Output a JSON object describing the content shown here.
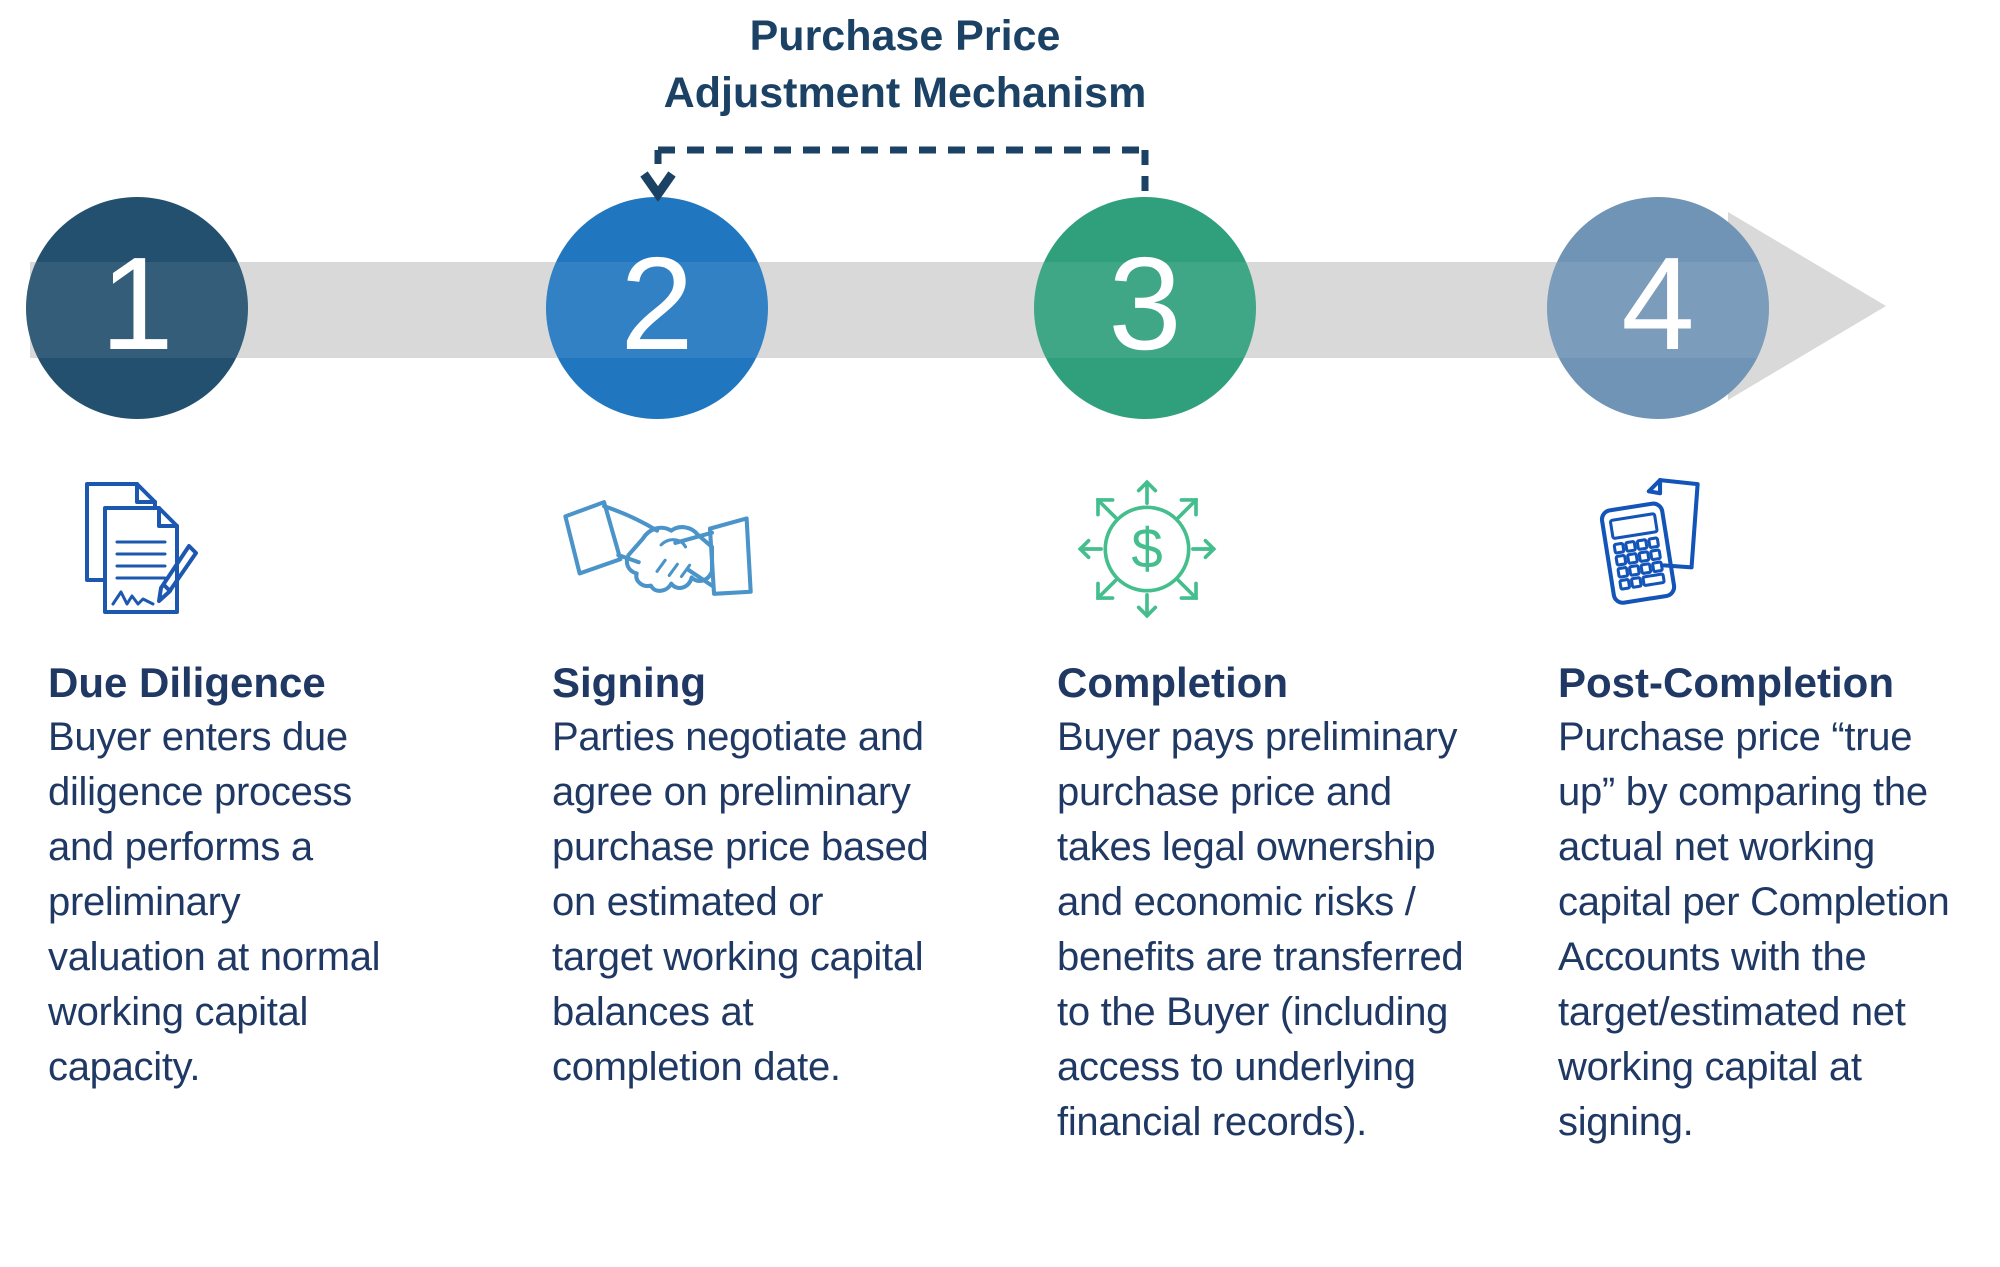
{
  "title": {
    "line1": "Purchase Price",
    "line2": "Adjustment Mechanism"
  },
  "timeline": {
    "bar_color": "#D9D9D9",
    "connector_color": "#1B4265",
    "text_color": "#1F3864",
    "direction": "left-to-right-arrow"
  },
  "steps": [
    {
      "number": "1",
      "label": "Due Diligence",
      "description": "Buyer enters due diligence process and performs a preliminary valuation at normal working capital capacity.",
      "circle_color": "#22506E",
      "icon": "signed-documents-pen-icon",
      "icon_color": "#1D58B0"
    },
    {
      "number": "2",
      "label": "Signing",
      "description": "Parties negotiate and agree on preliminary purchase price based on estimated or target working capital balances at completion date.",
      "circle_color": "#2077BF",
      "icon": "handshake-icon",
      "icon_color": "#4A94C9"
    },
    {
      "number": "3",
      "label": "Completion",
      "description": "Buyer pays preliminary purchase price and takes legal ownership and economic risks / benefits are transferred to the Buyer (including access to underlying financial records).",
      "circle_color": "#2FA07B",
      "icon": "dollar-distribution-icon",
      "icon_color": "#44BE8D",
      "icon_symbol": "$"
    },
    {
      "number": "4",
      "label": "Post-Completion",
      "description": "Purchase price “true up” by comparing the actual net working capital per Completion Accounts with the target/estimated net working capital at signing.",
      "circle_color": "#7094B5",
      "icon": "calculator-paper-icon",
      "icon_color": "#1254B8"
    }
  ]
}
